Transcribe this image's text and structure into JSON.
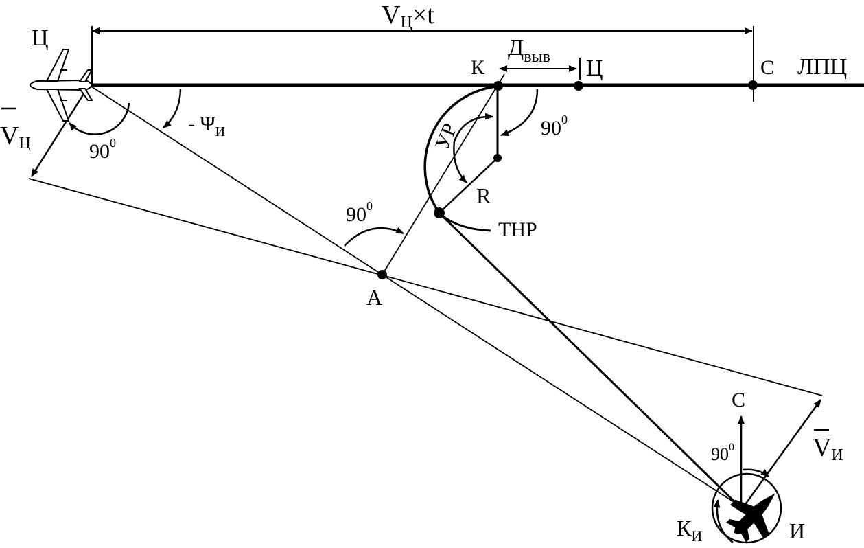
{
  "labels": {
    "vt_v": "V",
    "vt_sub": "Ц",
    "vt_rest": "×t",
    "target_left": "Ц",
    "k": "К",
    "d_main": "Д",
    "d_sub": "выв",
    "target_mid": "Ц",
    "c_top": "С",
    "lpts": "ЛПЦ",
    "vc_v": "V",
    "vc_sub": "Ц",
    "psi_pre": "- Ψ",
    "psi_sub": "И",
    "angle_90_left": "90",
    "angle_90_left_deg": "0",
    "angle_90_mid": "90",
    "angle_90_mid_deg": "0",
    "angle_90_right": "90",
    "angle_90_right_deg": "0",
    "angle_90_bottom": "90",
    "angle_90_bottom_deg": "0",
    "ur": "УР",
    "r": "R",
    "tnr": "ТНР",
    "a": "А",
    "c_bottom": "С",
    "vi_v": "V",
    "vi_sub": "И",
    "ki_main": "К",
    "ki_sub": "И",
    "i": "И"
  },
  "colors": {
    "ink": "#000000",
    "background": "#ffffff"
  },
  "icons": {
    "target_aircraft": "airliner-icon",
    "interceptor_aircraft": "fighter-jet-icon"
  }
}
